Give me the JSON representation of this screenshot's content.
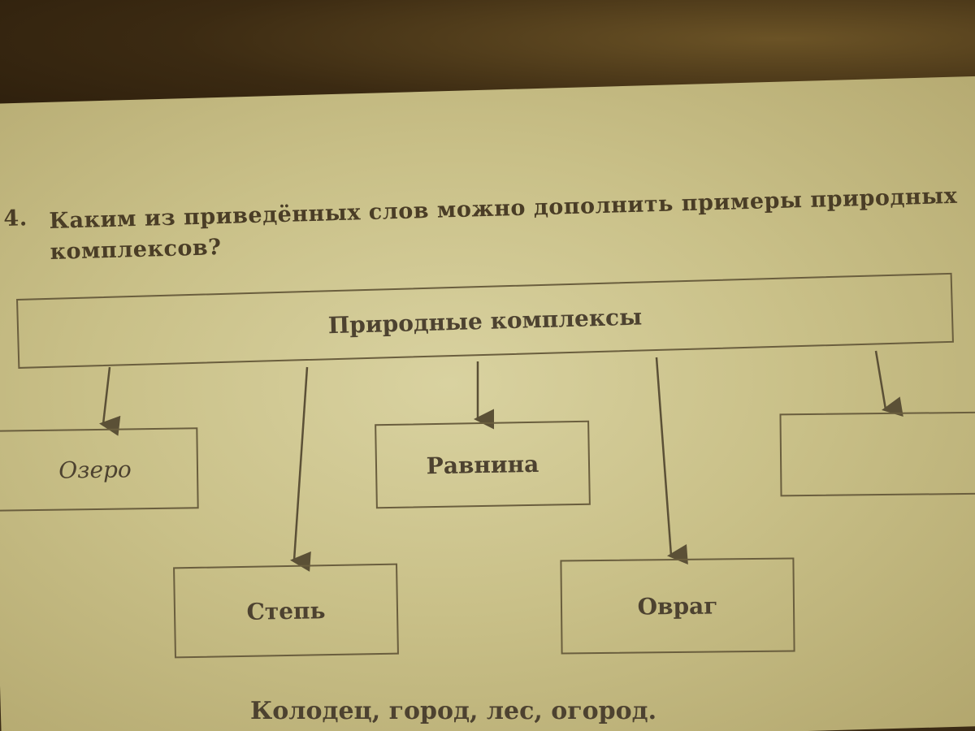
{
  "question": {
    "number": "4.",
    "line1": "Каким из приведённых слов можно дополнить примеры природных",
    "line2": "комплексов?"
  },
  "diagram": {
    "root": "Природные комплексы",
    "nodes": [
      {
        "label": "Озеро"
      },
      {
        "label": "Степь"
      },
      {
        "label": "Равнина"
      },
      {
        "label": "Овраг"
      },
      {
        "label": ""
      }
    ]
  },
  "word_list": "Колодец, город, лес, огород."
}
